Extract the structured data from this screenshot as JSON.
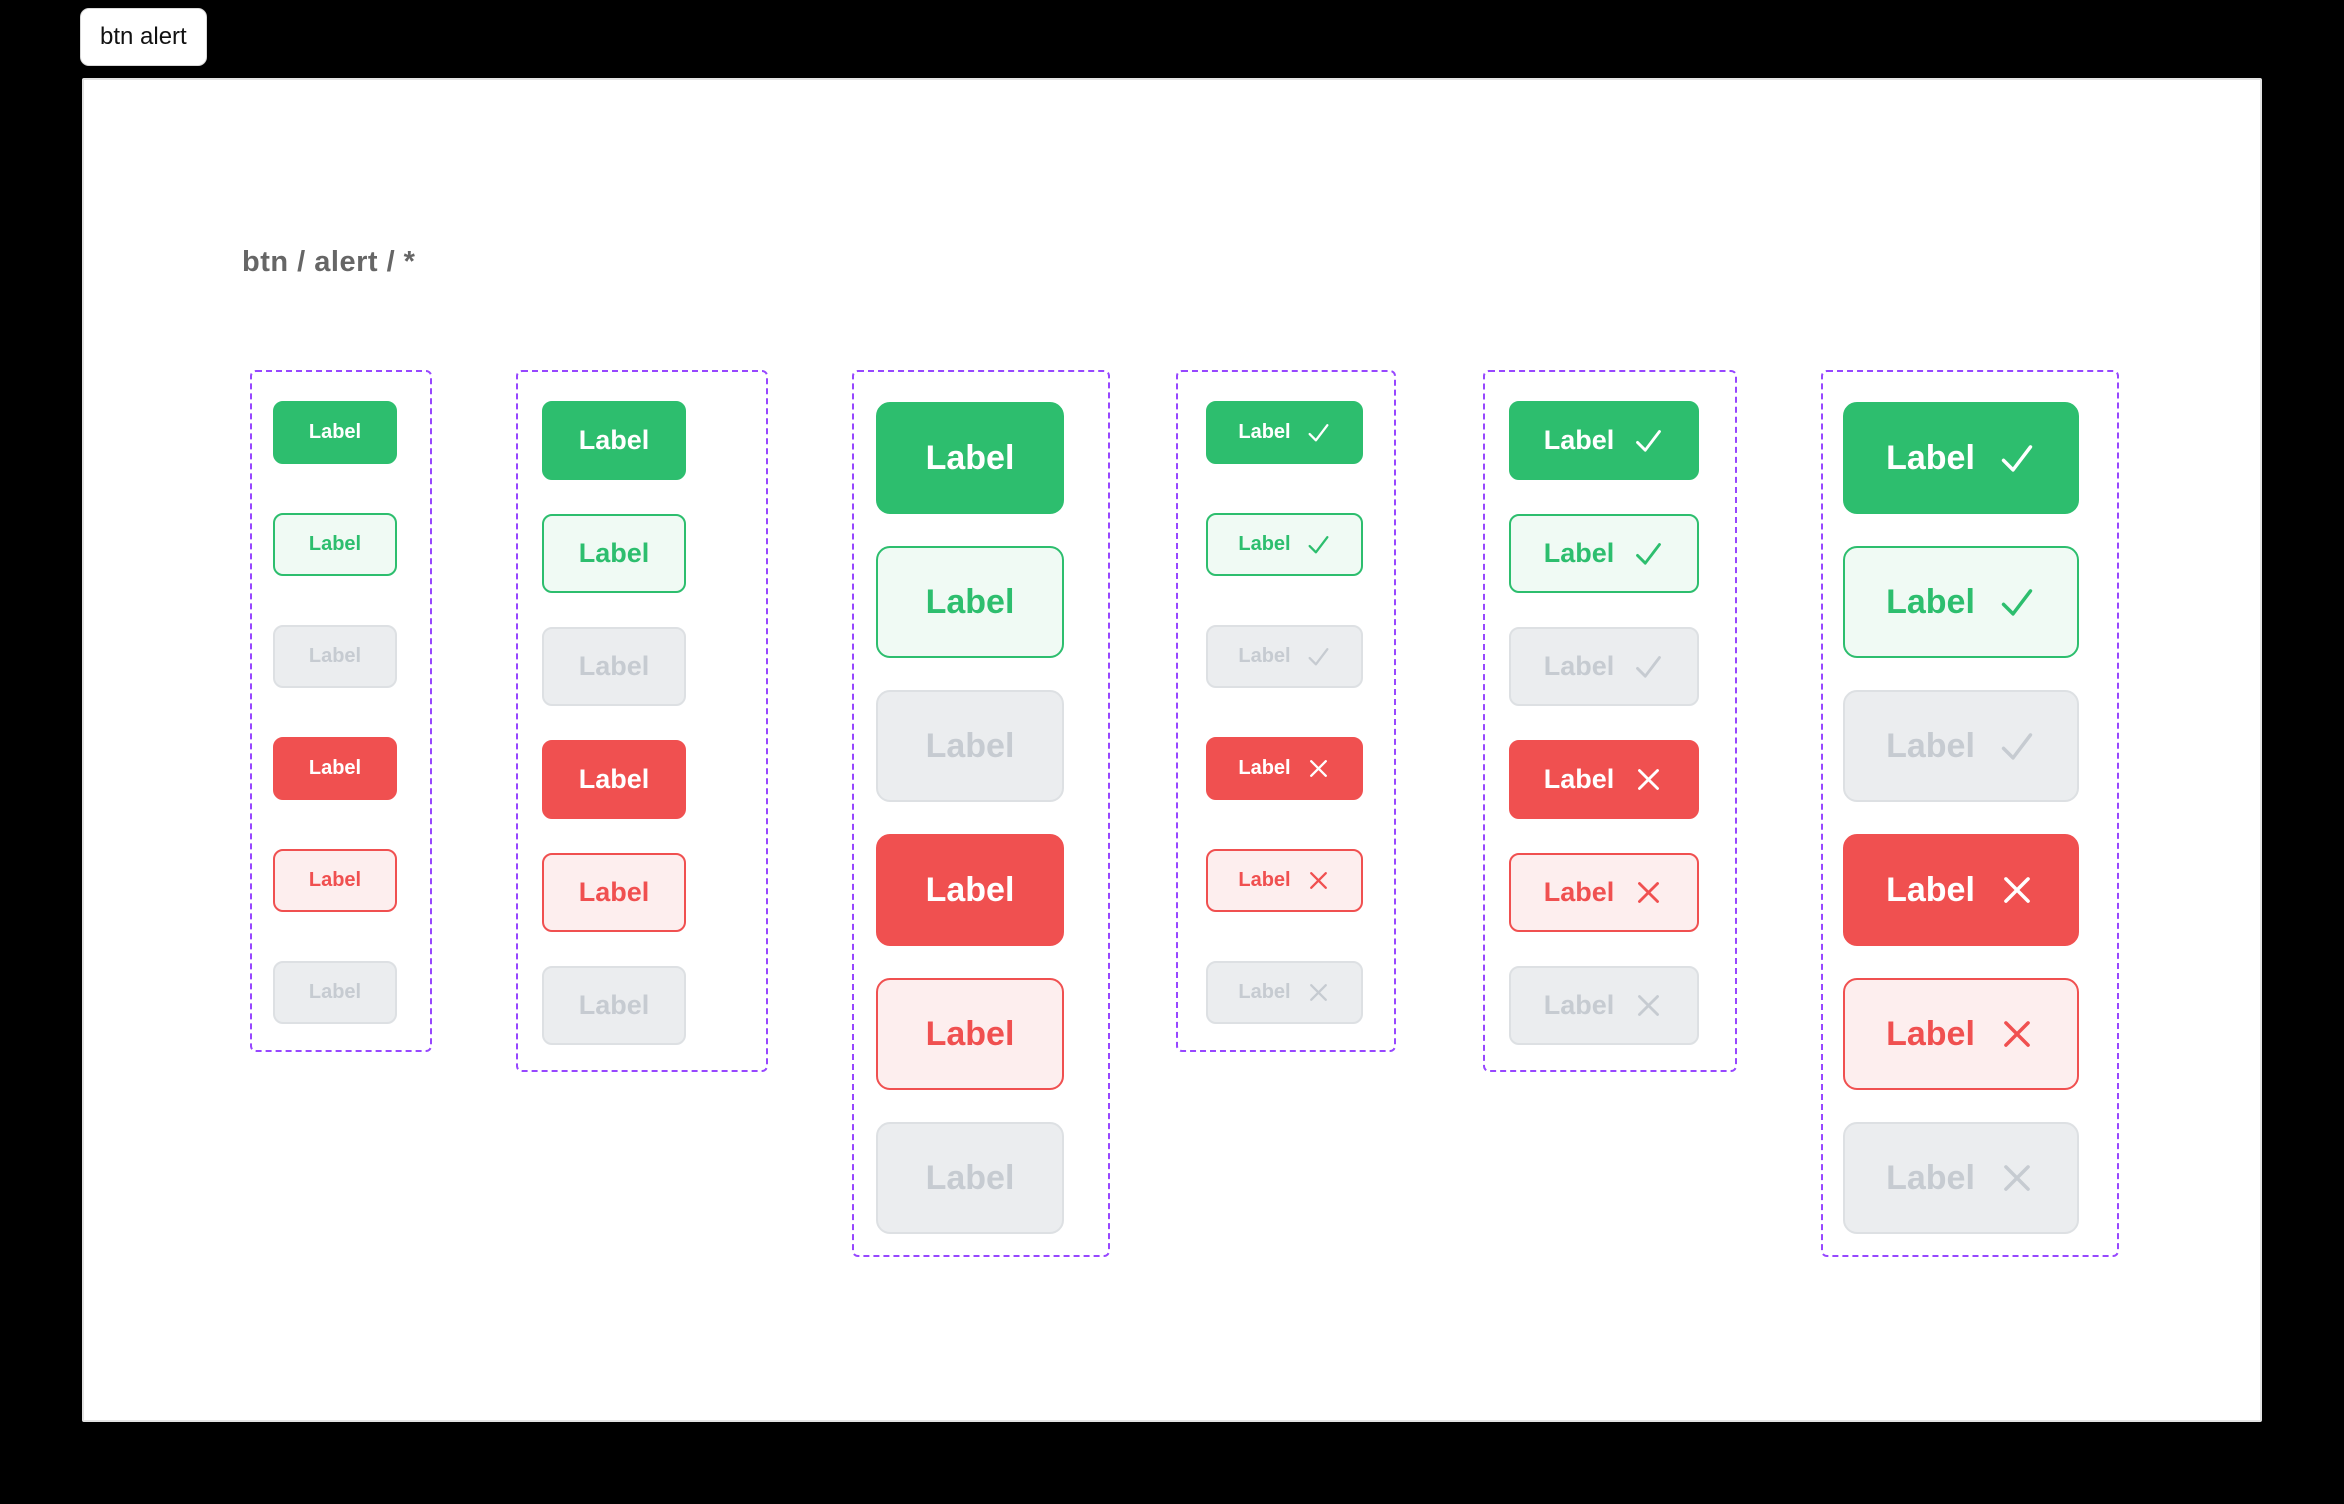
{
  "tab": {
    "label": "btn alert"
  },
  "canvas": {
    "title": "btn / alert / *"
  },
  "button_label": "Label",
  "colors": {
    "page_bg": "#000000",
    "canvas_bg": "#ffffff",
    "frame_border": "#9747ff",
    "success": "#2dbe6e",
    "success_tint": "#f0faf4",
    "danger": "#f05050",
    "danger_tint": "#fdeeee",
    "disabled_bg": "#ebedef",
    "disabled_border": "#dde0e3",
    "disabled_text": "#c6cbd1",
    "title_text": "#666666"
  },
  "variants": [
    {
      "id": "success-solid",
      "style": "success-solid",
      "icon": "check-icon",
      "label": "Label"
    },
    {
      "id": "success-outline",
      "style": "success-outline",
      "icon": "check-icon",
      "label": "Label"
    },
    {
      "id": "disabled-success",
      "style": "disabled",
      "icon": "check-icon",
      "label": "Label"
    },
    {
      "id": "danger-solid",
      "style": "danger-solid",
      "icon": "x-icon",
      "label": "Label"
    },
    {
      "id": "danger-outline",
      "style": "danger-outline",
      "icon": "x-icon",
      "label": "Label"
    },
    {
      "id": "disabled-danger",
      "style": "disabled",
      "icon": "x-icon",
      "label": "Label"
    }
  ],
  "columns": [
    {
      "name": "small",
      "size": "sm",
      "icons": false
    },
    {
      "name": "medium",
      "size": "md",
      "icons": false
    },
    {
      "name": "large",
      "size": "lg",
      "icons": false
    },
    {
      "name": "small-icon",
      "size": "sm",
      "icons": true
    },
    {
      "name": "medium-icon",
      "size": "md",
      "icons": true
    },
    {
      "name": "large-icon",
      "size": "lg",
      "icons": true
    }
  ]
}
